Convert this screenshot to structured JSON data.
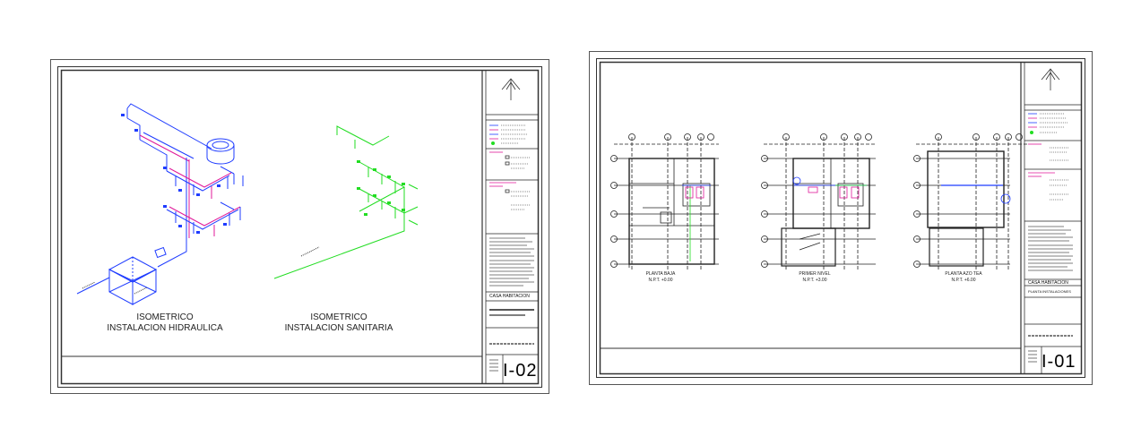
{
  "left_sheet": {
    "iso_hidraulica": {
      "line1": "ISOMETRICO",
      "line2": "INSTALACION HIDRAULICA"
    },
    "iso_sanitaria": {
      "line1": "ISOMETRICO",
      "line2": "INSTALACION SANITARIA"
    },
    "project_name": "CASA HABITACION",
    "sheet_number": "I-02"
  },
  "right_sheet": {
    "planta_baja": {
      "name": "PLANTA BAJA",
      "level": "N.P.T. +0.00"
    },
    "primer_nivel": {
      "name": "PRIMER NIVEL",
      "level": "N.P.T. +3.00"
    },
    "planta_azotea": {
      "name": "PLANTA AZO TEA",
      "level": "N.P.T. +6.00"
    },
    "project_name": "CASA HABITACION",
    "plan_title": "PLANTA INSTALACIONES",
    "sheet_number": "I-01"
  },
  "colors": {
    "hydraulic": "#1f3cff",
    "hot_water": "#e0199a",
    "sanitary": "#22dd22",
    "line": "#222222"
  }
}
